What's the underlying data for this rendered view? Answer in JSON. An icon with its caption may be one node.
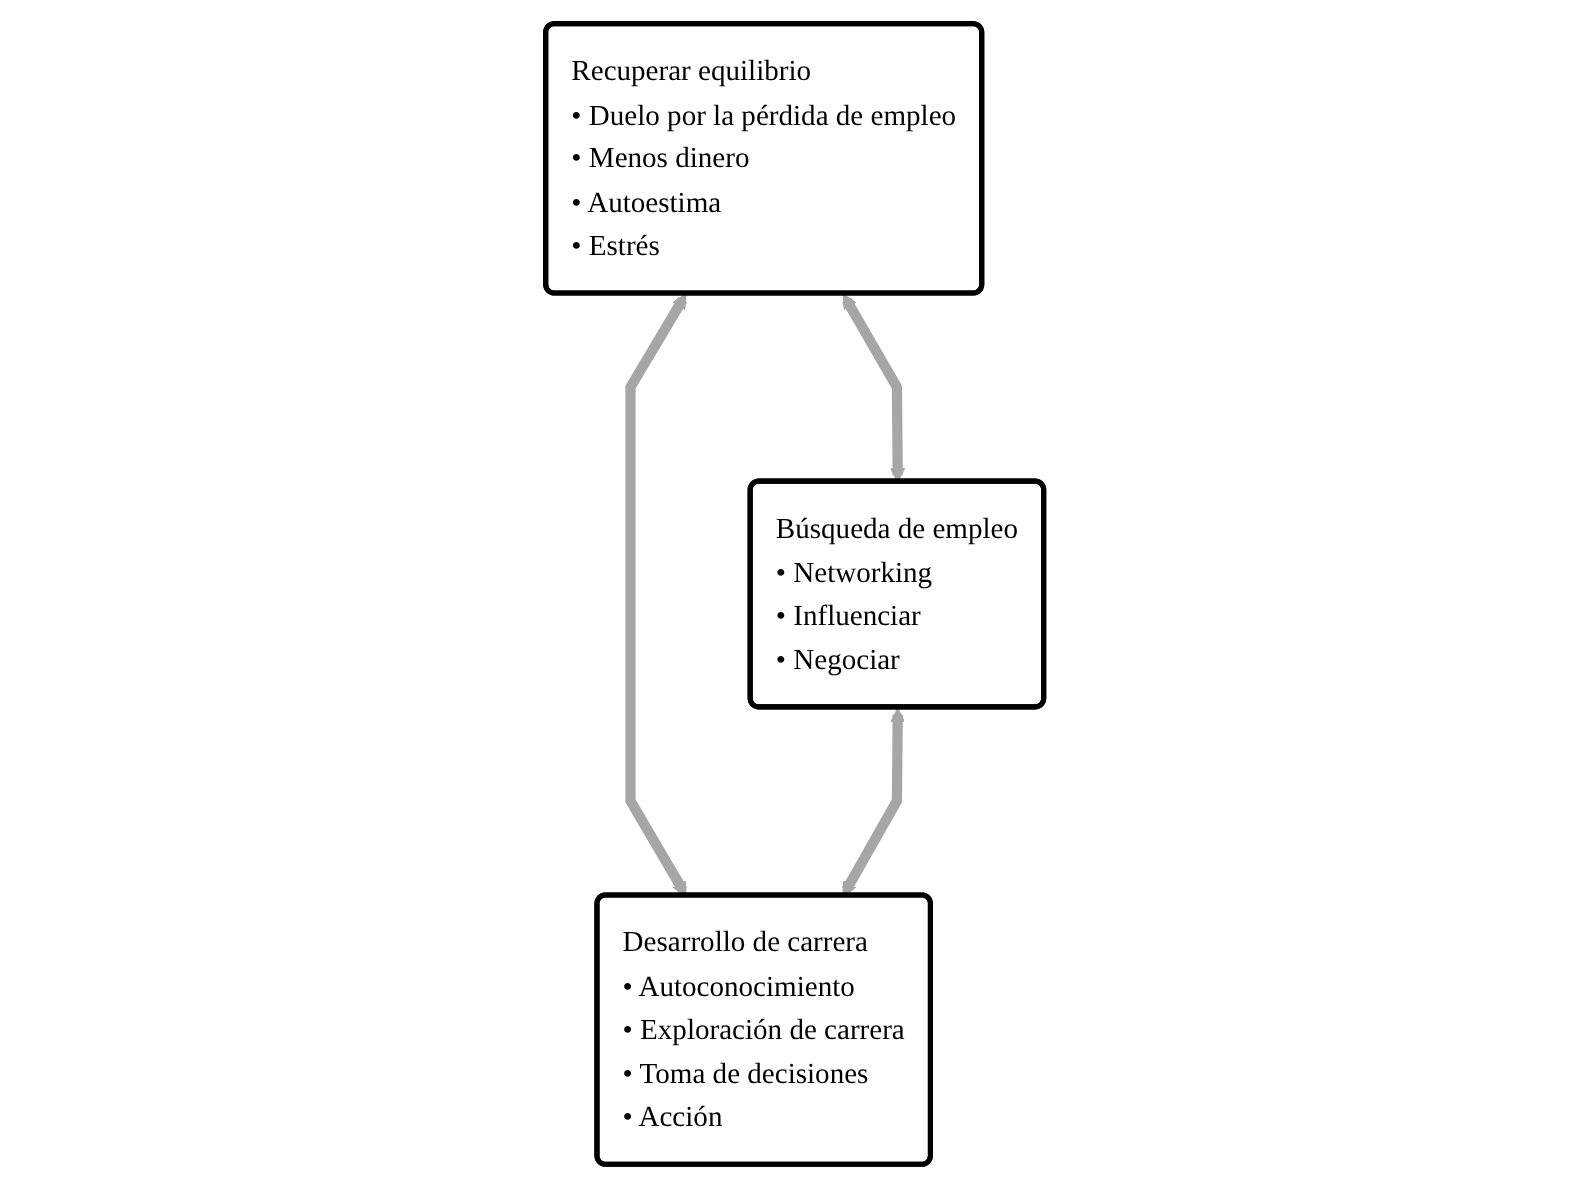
{
  "diagram": {
    "nodes": [
      {
        "text": [
          "Recuperar equilibrio",
          "• Duelo por la pérdida de empleo",
          "• Menos dinero",
          "• Autoestima",
          "• Estrés"
        ]
      },
      {
        "text": [
          "Búsqueda de empleo",
          "• Networking",
          "• Influenciar",
          "• Negociar"
        ]
      },
      {
        "text": [
          "Desarrollo de carrera",
          "• Autoconocimiento",
          "• Exploración de carrera",
          "• Toma de decisiones",
          "• Acción"
        ]
      }
    ],
    "edges": [
      {
        "from": 0,
        "to": 1,
        "arrow": "both"
      },
      {
        "from": 0,
        "to": 2,
        "arrow": "both"
      },
      {
        "from": 1,
        "to": 2,
        "arrow": "both"
      }
    ]
  }
}
